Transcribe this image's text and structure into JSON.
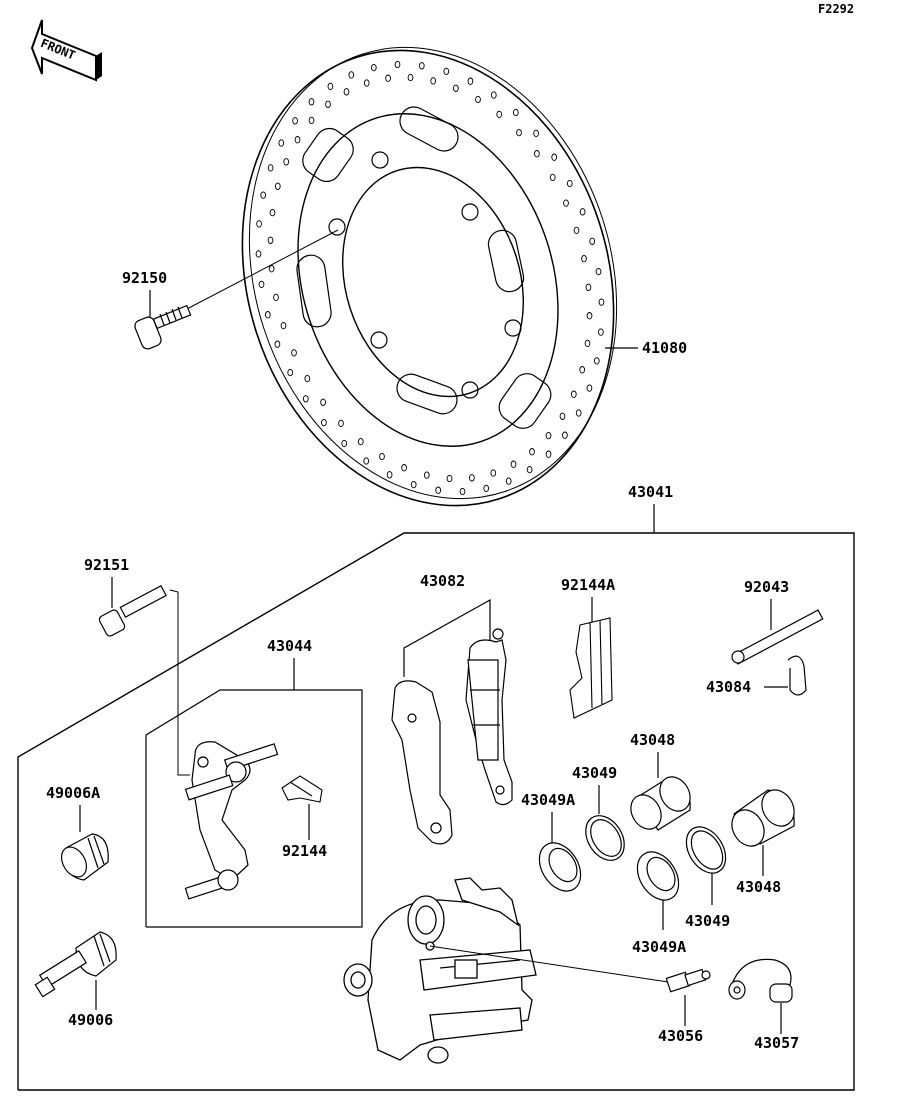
{
  "diagram": {
    "code": "F2292",
    "front_label": "FRONT",
    "parts": {
      "p41080": "41080",
      "p92150": "92150",
      "p43041": "43041",
      "p92151": "92151",
      "p43044": "43044",
      "p43082": "43082",
      "p92144A": "92144A",
      "p92043": "92043",
      "p43084": "43084",
      "p43048a": "43048",
      "p43049a": "43049",
      "p43049Aa": "43049A",
      "p49006A": "49006A",
      "p92144": "92144",
      "p43048b": "43048",
      "p43049b": "43049",
      "p43049Ab": "43049A",
      "p49006": "49006",
      "p43056": "43056",
      "p43057": "43057"
    }
  }
}
